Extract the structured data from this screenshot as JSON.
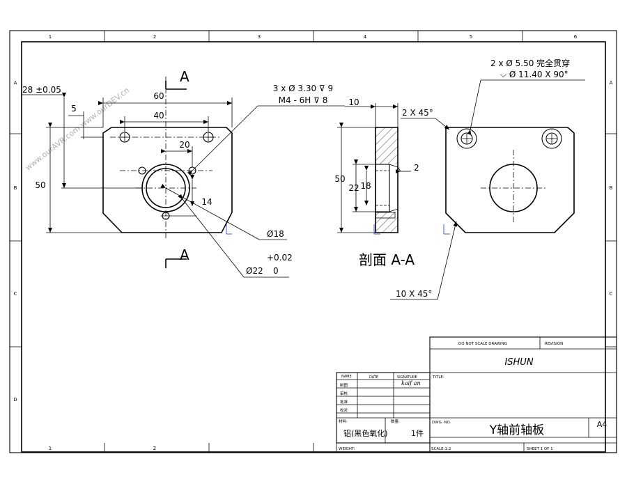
{
  "watermark": "www.ourAVR.com   www.ourDEV.cn",
  "border": {
    "columns": [
      "1",
      "2",
      "3",
      "4",
      "5",
      "6"
    ],
    "rows": [
      "A",
      "B",
      "C",
      "D"
    ]
  },
  "front_view": {
    "section_marker_top": "A",
    "section_marker_bottom": "A",
    "dim_width_60": "60",
    "dim_holes_40": "40",
    "dim_20": "20",
    "dim_5": "5",
    "dim_28": "28 ±0.05",
    "dim_50": "50",
    "dim_14": "14",
    "note_holes_line1": "3 x Ø 3.30 ⊽ 9",
    "note_holes_line2": "M4 - 6H ⊽ 8",
    "dia_18": "Ø18",
    "dia_22": "Ø22",
    "tol_upper": "+0.02",
    "tol_lower": "0"
  },
  "section_view": {
    "title": "剖面 A-A",
    "dim_10": "10",
    "dim_50": "50",
    "dim_22": "22",
    "dim_18": "18",
    "dim_2": "2",
    "chamfer_2x45": "2 X 45°"
  },
  "back_view": {
    "note_line1": "2 x Ø 5.50 完全贯穿",
    "note_line2": "⌵ Ø 11.40 X 90°",
    "chamfer_10x45": "10 X 45°"
  },
  "title_block": {
    "do_not_scale": "DO NOT SCALE DRAWING",
    "revision": "REVISION",
    "company": "ISHUN",
    "title_label": "TITLE:",
    "col_name": "NAME",
    "col_date": "DATE",
    "col_signature": "SIGNATURE",
    "row_labels": [
      "制图",
      "审核",
      "批准",
      "校对"
    ],
    "signature": "kaif an",
    "material_label": "材料:",
    "qty_label": "数量:",
    "material": "铝(黑色氧化)",
    "quantity": "1件",
    "dwg_no_label": "DWG. NO.",
    "part_title": "Y轴前轴板",
    "sheet_size": "A4",
    "weight_label": "WEIGHT:",
    "scale_label": "SCALE:1:2",
    "sheet_label": "SHEET 1 OF 1"
  }
}
